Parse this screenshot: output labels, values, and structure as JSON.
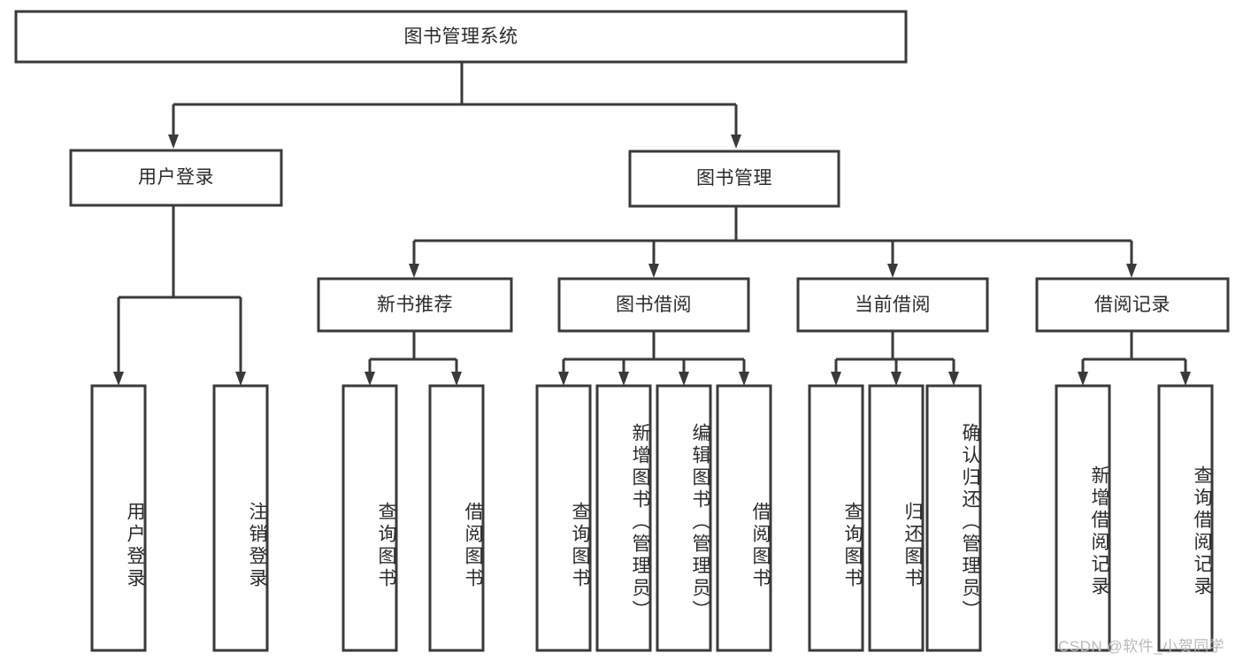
{
  "diagram": {
    "type": "hierarchy-tree",
    "title": "图书管理系统",
    "watermark": "CSDN @软件_小贺同学",
    "colors": {
      "box_fill": "#ffffff",
      "box_stroke": "#3a3a3a",
      "text": "#2b2b2b",
      "background": "#ffffff",
      "watermark": "#b9b9b9"
    },
    "nodes": {
      "root": {
        "label": "图书管理系统",
        "level": 1,
        "orientation": "horizontal"
      },
      "l2": [
        {
          "id": "user-login",
          "label": "用户登录",
          "level": 2,
          "orientation": "horizontal"
        },
        {
          "id": "book-manage",
          "label": "图书管理",
          "level": 2,
          "orientation": "horizontal"
        }
      ],
      "l3": [
        {
          "id": "new-book-rec",
          "label": "新书推荐",
          "level": 3,
          "orientation": "horizontal",
          "parent": "book-manage"
        },
        {
          "id": "book-borrow",
          "label": "图书借阅",
          "level": 3,
          "orientation": "horizontal",
          "parent": "book-manage"
        },
        {
          "id": "current-borrow",
          "label": "当前借阅",
          "level": 3,
          "orientation": "horizontal",
          "parent": "book-manage"
        },
        {
          "id": "borrow-record",
          "label": "借阅记录",
          "level": 3,
          "orientation": "horizontal",
          "parent": "book-manage"
        }
      ],
      "leaves": [
        {
          "id": "leaf-user-login",
          "label": "用户登录",
          "parent": "user-login",
          "orientation": "vertical"
        },
        {
          "id": "leaf-user-logout",
          "label": "注销登录",
          "parent": "user-login",
          "orientation": "vertical"
        },
        {
          "id": "leaf-query-book-1",
          "label": "查询图书",
          "parent": "new-book-rec",
          "orientation": "vertical"
        },
        {
          "id": "leaf-borrow-book-1",
          "label": "借阅图书",
          "parent": "new-book-rec",
          "orientation": "vertical"
        },
        {
          "id": "leaf-query-book-2",
          "label": "查询图书",
          "parent": "book-borrow",
          "orientation": "vertical"
        },
        {
          "id": "leaf-add-book",
          "label": "新增图书（管理员）",
          "parent": "book-borrow",
          "orientation": "vertical"
        },
        {
          "id": "leaf-edit-book",
          "label": "编辑图书（管理员）",
          "parent": "book-borrow",
          "orientation": "vertical"
        },
        {
          "id": "leaf-borrow-book-2",
          "label": "借阅图书",
          "parent": "book-borrow",
          "orientation": "vertical"
        },
        {
          "id": "leaf-query-book-3",
          "label": "查询图书",
          "parent": "current-borrow",
          "orientation": "vertical"
        },
        {
          "id": "leaf-return-book",
          "label": "归还图书",
          "parent": "current-borrow",
          "orientation": "vertical"
        },
        {
          "id": "leaf-confirm-return",
          "label": "确认归还（管理员）",
          "parent": "current-borrow",
          "orientation": "vertical"
        },
        {
          "id": "leaf-add-record",
          "label": "新增借阅记录",
          "parent": "borrow-record",
          "orientation": "vertical"
        },
        {
          "id": "leaf-query-record",
          "label": "查询借阅记录",
          "parent": "borrow-record",
          "orientation": "vertical"
        }
      ]
    }
  }
}
